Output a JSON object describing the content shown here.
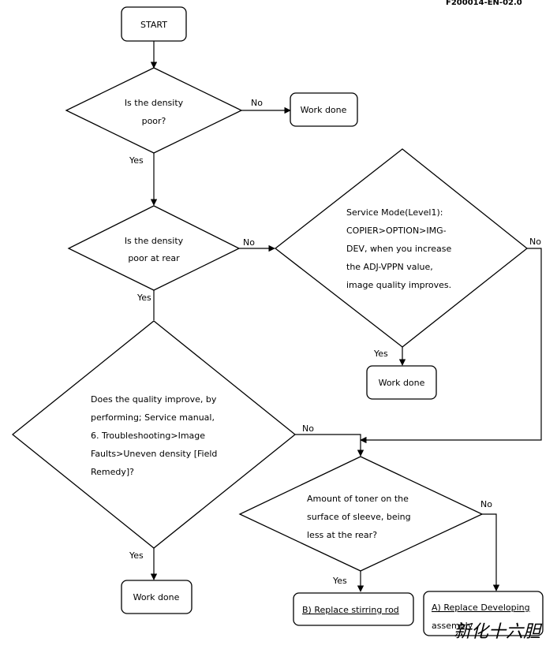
{
  "doc_code": "F200014-EN-02.0",
  "start": "START",
  "q1": {
    "lines": [
      "Is the density",
      "poor?"
    ],
    "yes": "Yes",
    "no": "No"
  },
  "done1": "Work done",
  "q2": {
    "lines": [
      "Is the density",
      "poor at rear"
    ],
    "yes": "Yes",
    "no": "No"
  },
  "q3": {
    "lines": [
      "Service Mode(Level1):",
      "COPIER>OPTION>IMG-",
      "DEV, when you increase",
      "the ADJ-VPPN value,",
      "image quality improves."
    ],
    "yes": "Yes",
    "no": "No"
  },
  "done2": "Work done",
  "q4": {
    "lines": [
      "Does the quality improve, by",
      "performing; Service manual,",
      "6. Troubleshooting>Image",
      "Faults>Uneven density [Field",
      "Remedy]?"
    ],
    "yes": "Yes",
    "no": "No"
  },
  "done3": "Work done",
  "q5": {
    "lines": [
      "Amount of toner on the",
      "surface of sleeve, being",
      "less at the rear?"
    ],
    "yes": "Yes",
    "no": "No"
  },
  "action_b": "B) Replace stirring rod",
  "action_a": {
    "lines": [
      "A) Replace Developing",
      "assembly"
    ]
  },
  "watermark": "新化十六胆"
}
